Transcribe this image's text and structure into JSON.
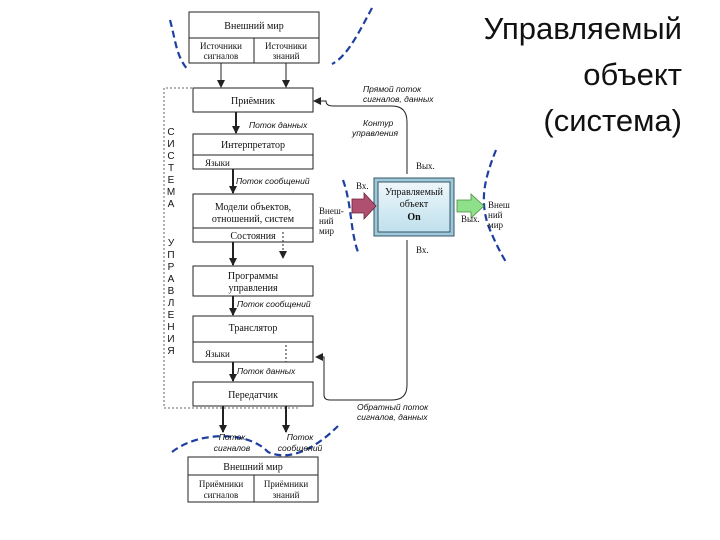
{
  "title": {
    "line1": "Управляемый",
    "line2": "объект",
    "line3": "(система)"
  },
  "diagram": {
    "external_world_top": {
      "header": "Внешний мир",
      "left_line1": "Источники",
      "left_line2": "сигналов",
      "right_line1": "Источники",
      "right_line2": "знаний"
    },
    "receiver": "Приёмник",
    "data_flow_1": "Поток данных",
    "interpreter": "Интерпретатор",
    "languages_1": "Языки",
    "message_flow_1": "Поток сообщений",
    "models_line1": "Модели объектов,",
    "models_line2": "отношений, систем",
    "states": "Состояния",
    "programs_line1": "Программы",
    "programs_line2": "управления",
    "message_flow_2": "Поток сообщений",
    "translator": "Транслятор",
    "languages_2": "Языки",
    "data_flow_2": "Поток данных",
    "transmitter": "Передатчик",
    "flow_signals_line1": "Поток",
    "flow_signals_line2": "сигналов",
    "flow_messages_line1": "Поток",
    "flow_messages_line2": "сообщений",
    "external_world_bottom": {
      "header": "Внешний мир",
      "left_line1": "Приёмники",
      "left_line2": "сигналов",
      "right_line1": "Приёмники",
      "right_line2": "знаний"
    },
    "direct_flow_line1": "Прямой поток",
    "direct_flow_line2": "сигналов, данных",
    "control_loop_line1": "Контур",
    "control_loop_line2": "управления",
    "feedback_line1": "Обратный поток",
    "feedback_line2": "сигналов, данных",
    "controlled_object_line1": "Управляемый",
    "controlled_object_line2": "объект",
    "controlled_object_line3": "Оn",
    "input_left": "Вх.",
    "output_top": "Вых.",
    "output_right": "Вых.",
    "input_bottom": "Вх.",
    "external_mid_line1": "Внеш-",
    "external_mid_line2": "ний",
    "external_mid_line3": "мир",
    "external_right_line1": "Внеш",
    "external_right_line2": "ний",
    "external_right_line3": "мир",
    "vertical_label_top": [
      "С",
      "И",
      "С",
      "Т",
      "Е",
      "М",
      "А"
    ],
    "vertical_label_bottom": [
      "У",
      "П",
      "Р",
      "А",
      "В",
      "Л",
      "Е",
      "Н",
      "И",
      "Я"
    ]
  }
}
